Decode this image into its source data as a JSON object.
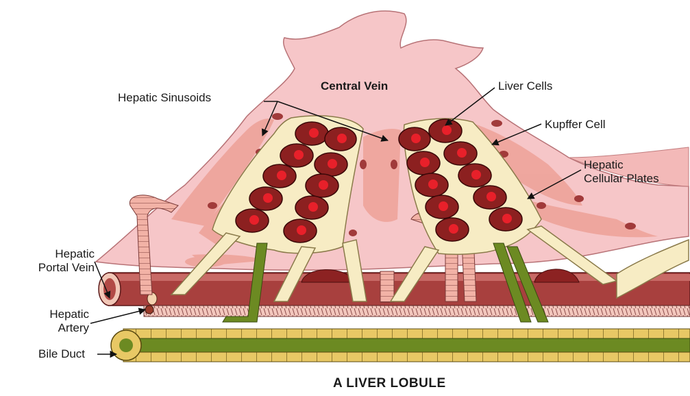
{
  "labels": {
    "central_vein": "Central Vein",
    "hepatic_sinusoids": "Hepatic Sinusoids",
    "liver_cells": "Liver Cells",
    "kupffer_cell": "Kupffer Cell",
    "hepatic_cellular_plates_1": "Hepatic",
    "hepatic_cellular_plates_2": "Cellular Plates",
    "hepatic_portal_vein_1": "Hepatic",
    "hepatic_portal_vein_2": "Portal Vein",
    "hepatic_artery_1": "Hepatic",
    "hepatic_artery_2": "Artery",
    "bile_duct": "Bile Duct"
  },
  "caption": "A LIVER LOBULE",
  "colors": {
    "lobule_pink": "#f6c6c8",
    "sinusoid_salmon": "#eea39a",
    "plate_cream": "#f7ecc4",
    "cell_maroon": "#8c2020",
    "nucleus_red": "#e8202a",
    "vein_brown": "#a8403e",
    "bile_green": "#6c8a22",
    "bile_yellow": "#e9cc6a"
  }
}
